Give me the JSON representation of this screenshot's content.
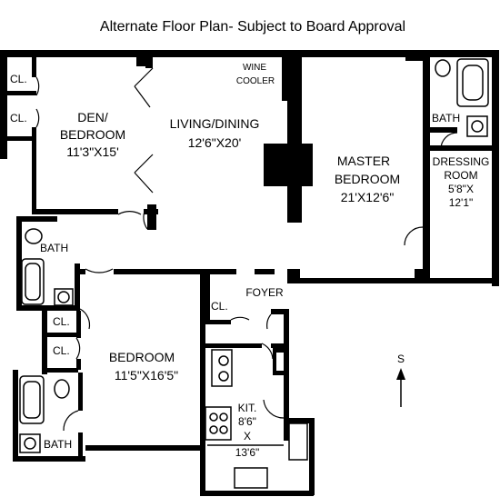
{
  "title": "Alternate Floor Plan- Subject to Board Approval",
  "rooms": {
    "cl_top_1": "CL.",
    "cl_top_2": "CL.",
    "den": {
      "line1": "DEN/",
      "line2": "BEDROOM",
      "dims": "11'3\"X15'"
    },
    "wine": {
      "line1": "WINE",
      "line2": "COOLER"
    },
    "living": {
      "line1": "LIVING/DINING",
      "dims": "12'6\"X20'"
    },
    "master": {
      "line1": "MASTER",
      "line2": "BEDROOM",
      "dims": "21'X12'6\""
    },
    "bath_top": "BATH",
    "dressing": {
      "line1": "DRESSING",
      "line2": "ROOM",
      "dims1": "5'8\"X",
      "dims2": "12'1\""
    },
    "bath_left": "BATH",
    "cl_foyer": "CL.",
    "foyer": "FOYER",
    "cl_mid_1": "CL.",
    "cl_mid_2": "CL.",
    "bedroom": {
      "line1": "BEDROOM",
      "dims": "11'5\"X16'5\""
    },
    "kitchen": {
      "line1": "KIT.",
      "line2": "8'6\"",
      "line3": "X",
      "line4": "13'6\""
    },
    "bath_bottom": "BATH"
  },
  "compass": "S",
  "colors": {
    "wall": "#000000",
    "background": "#ffffff"
  }
}
